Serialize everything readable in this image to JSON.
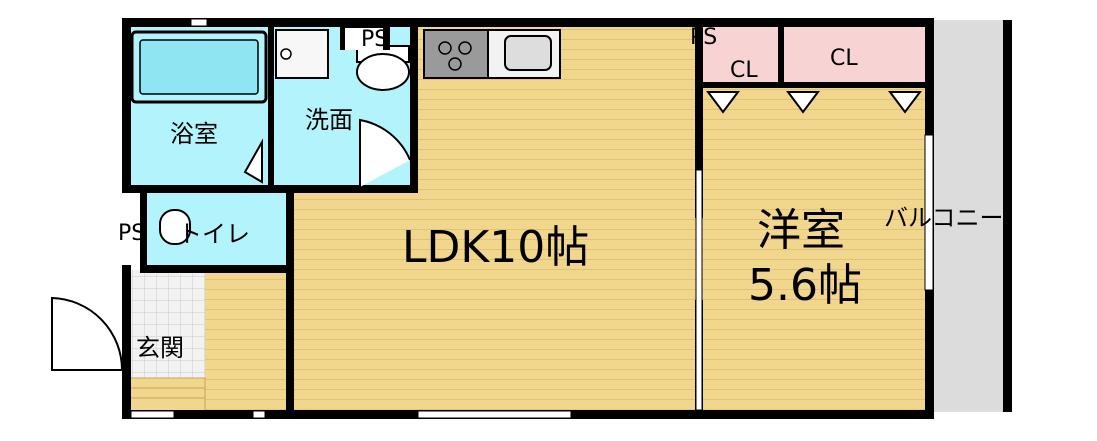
{
  "rooms": {
    "bath": "浴室",
    "washroom": "洗面",
    "toilet": "トイレ",
    "entrance": "玄関",
    "ldk": "LDK10帖",
    "western_name": "洋室",
    "western_size": "5.6帖",
    "balcony": "バルコニー"
  },
  "labels": {
    "ps_top": "PS",
    "ps_top_right": "PS",
    "ps_left": "PS",
    "closet_left": "CL",
    "closet_right": "CL"
  },
  "colors": {
    "wet_area": "#b3f3fb",
    "wood_floor": "#f1d68d",
    "closet": "#f8d3d3",
    "balcony": "#dcdcdc",
    "wall": "#000000"
  }
}
